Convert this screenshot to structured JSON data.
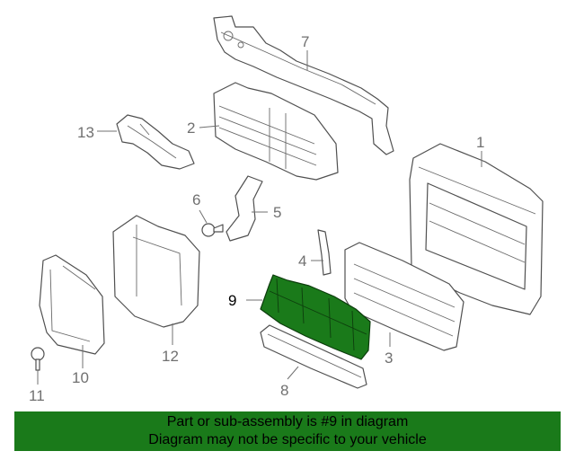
{
  "callouts": {
    "c1": "1",
    "c2": "2",
    "c3": "3",
    "c4": "4",
    "c5": "5",
    "c6": "6",
    "c7": "7",
    "c8": "8",
    "c9": "9",
    "c10": "10",
    "c11": "11",
    "c12": "12",
    "c13": "13"
  },
  "highlight_color": "#1a7a1a",
  "banner": {
    "line1": "Part or sub-assembly is #9 in diagram",
    "line2": "Diagram may not be specific to your vehicle"
  }
}
